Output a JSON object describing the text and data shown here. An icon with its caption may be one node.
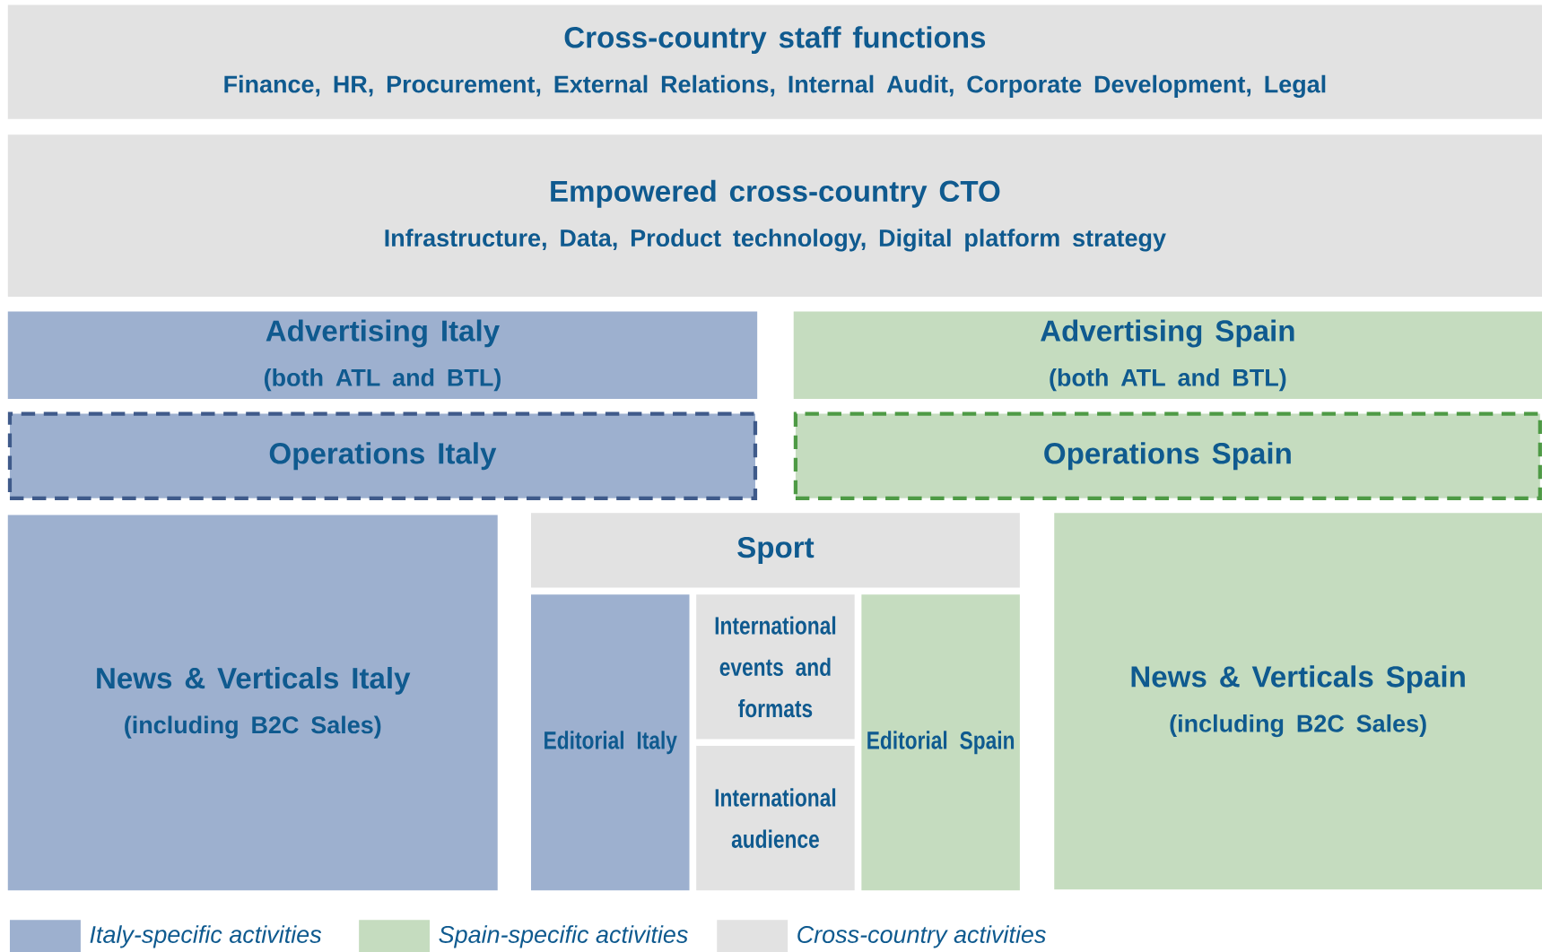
{
  "diagram": {
    "nodes": [
      {
        "text": [
          "Cross-country staff functions",
          "Finance, HR, Procurement, External Relations, Internal Audit, Corporate Development, Legal"
        ]
      },
      {
        "text": [
          "Empowered cross-country CTO",
          "Infrastructure, Data, Product technology, Digital platform strategy"
        ]
      },
      {
        "text": [
          "Advertising Italy",
          "(both ATL and BTL)"
        ]
      },
      {
        "text": [
          "Advertising Spain",
          "(both ATL and BTL)"
        ]
      },
      {
        "text": [
          "Operations Italy"
        ]
      },
      {
        "text": [
          "Operations Spain"
        ]
      },
      {
        "text": [
          "News & Verticals Italy",
          "(including B2C Sales)"
        ]
      },
      {
        "text": [
          "Sport"
        ]
      },
      {
        "text": [
          "Editorial Italy"
        ]
      },
      {
        "text": [
          "International events and formats"
        ]
      },
      {
        "text": [
          "International audience"
        ]
      },
      {
        "text": [
          "Editorial Spain"
        ]
      },
      {
        "text": [
          "News & Verticals Spain",
          "(including B2C Sales)"
        ]
      }
    ],
    "legend": [
      {
        "text": "Italy-specific activities",
        "color": "#9db0cf"
      },
      {
        "text": "Spain-specific activities",
        "color": "#c5dcbf"
      },
      {
        "text": "Cross-country activities",
        "color": "#e2e2e2"
      }
    ]
  }
}
